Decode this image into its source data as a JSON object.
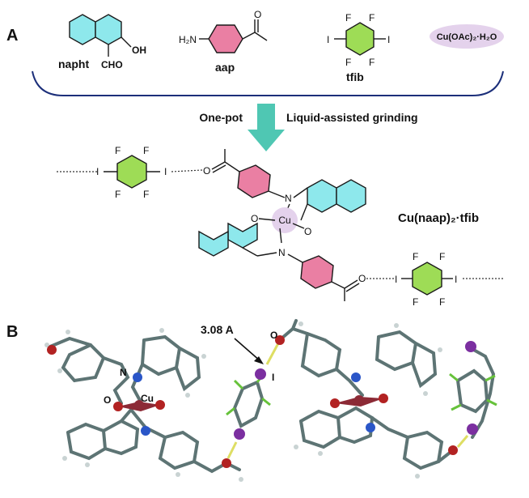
{
  "panels": {
    "a": "A",
    "b": "B"
  },
  "reagents": {
    "napht": "napht",
    "oh": "OH",
    "cho": "CHO",
    "aap": "aap",
    "h2n": "H₂N",
    "tfib": "tfib",
    "cu_salt": "Cu(OAc)₂·H₂O"
  },
  "process": {
    "left": "One-pot",
    "right": "Liquid-assisted grinding"
  },
  "product": {
    "name": "Cu(naap)₂·tfib",
    "cu": "Cu",
    "n": "N",
    "o": "O",
    "i": "I",
    "f": "F"
  },
  "crystal": {
    "distance": "3.08 A",
    "o": "O",
    "i": "I",
    "n": "N",
    "cu": "Cu"
  },
  "colors": {
    "naphthalene": "#8ee8ec",
    "benzene_pink": "#ea7fa3",
    "tfib_green": "#9edc56",
    "cu_halo": "#e4d2ec",
    "arrow": "#4fc7b3",
    "bracket": "#1c2f7a",
    "stick": "#5d7474",
    "hydrogen": "#c9d3d3",
    "oxygen": "#b22222",
    "nitrogen": "#2a56c8",
    "copper": "#8c2a36",
    "iodine": "#7b2fa0",
    "fluorine": "#66c23a",
    "halogen_bond": "#dede63"
  }
}
